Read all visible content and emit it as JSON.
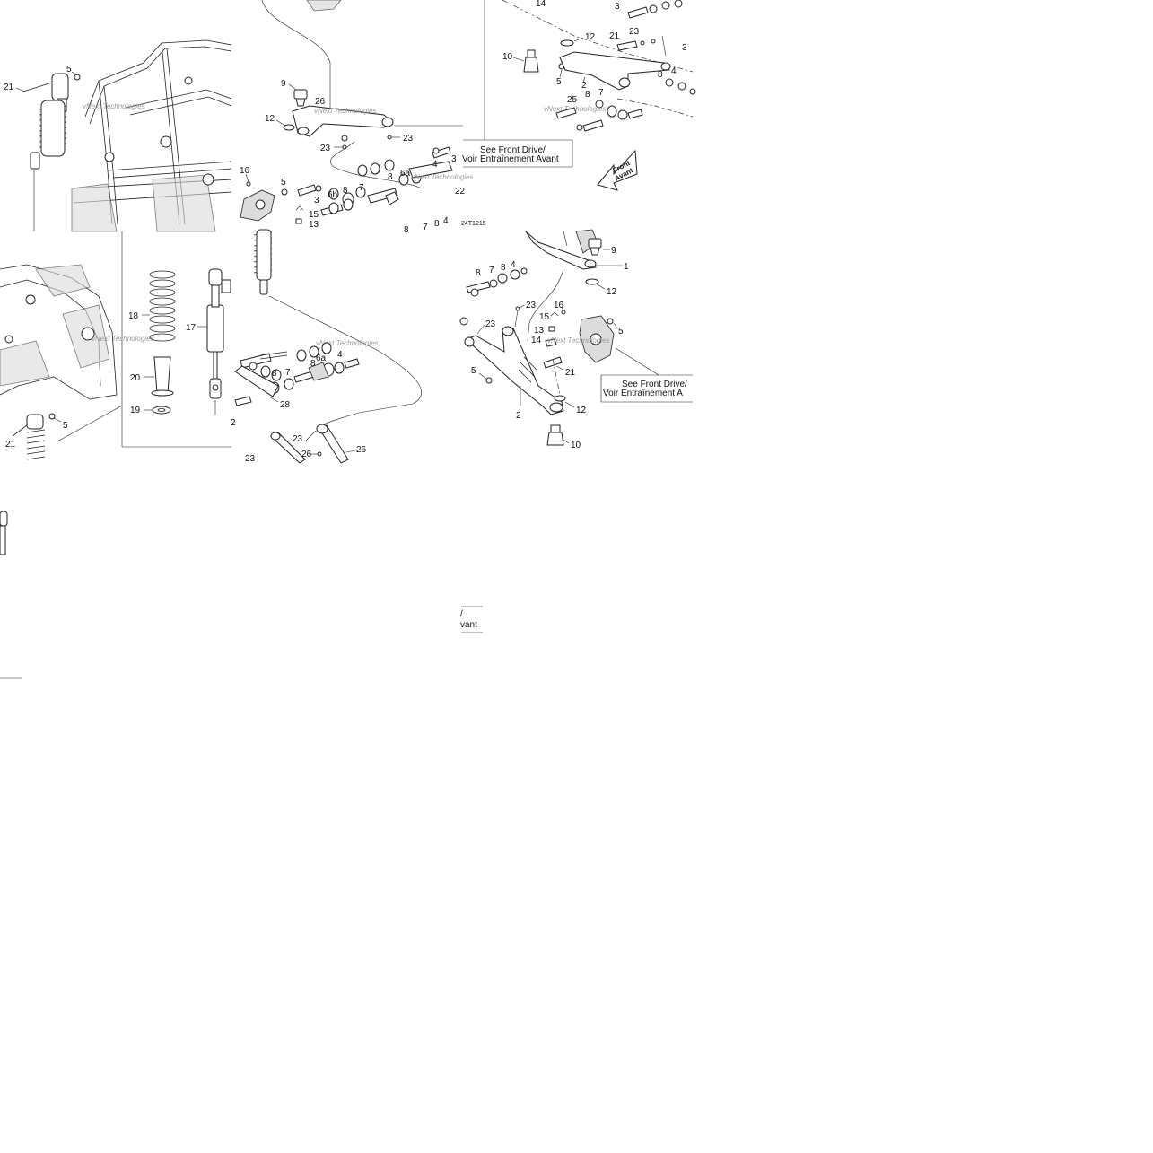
{
  "drawing": {
    "see_front_drive_1": "See Front Drive/",
    "voir_entrainement_1": "Voir Entraînement Avant",
    "see_front_drive_2": "See Front Drive/",
    "voir_entrainement_2": "Voir Entraînement A",
    "front_arrow_line1": "Front",
    "front_arrow_line2": "Avant",
    "ref_code": "24T1215",
    "stray_fragment_1": "/",
    "stray_fragment_2": "vant",
    "watermark": "vNext Technologies"
  },
  "callouts": {
    "p1_21": "21",
    "p1_5": "5",
    "p1_5b": "5",
    "p1_21b": "21",
    "p2_18": "18",
    "p2_17": "17",
    "p2_20": "20",
    "p2_19": "19",
    "p3_9": "9",
    "p3_26": "26",
    "p3_12": "12",
    "p3_23": "23",
    "p3_23b": "23",
    "p3_16": "16",
    "p3_5": "5",
    "p3_3": "3",
    "p3_6b": "6b",
    "p3_8": "8",
    "p3_7": "7",
    "p3_15": "15",
    "p3_13": "13",
    "p3_4": "4",
    "p3_6a": "6a",
    "p3_8b": "8",
    "p3_3b": "3",
    "p3_22": "22",
    "p3_8c": "8",
    "p3_7b": "7",
    "p3_8d": "8",
    "p3_4b": "4",
    "p4_14": "14",
    "p4_3": "3",
    "p4_12": "12",
    "p4_21": "21",
    "p4_23": "23",
    "p4_10": "10",
    "p4_5": "5",
    "p4_2": "2",
    "p4_7": "7",
    "p4_8": "8",
    "p4_4": "4",
    "p4_25": "25",
    "p4_8b": "8",
    "p4_3b": "3",
    "p5_6a": "6a",
    "p5_8": "8",
    "p5_7": "7",
    "p5_4": "4",
    "p5_28": "28",
    "p5_2": "2",
    "p5_23": "23",
    "p5_26": "26",
    "p5_23b": "23",
    "p5_26b": "26",
    "p6_9": "9",
    "p6_1": "1",
    "p6_8": "8",
    "p6_7": "7",
    "p6_8b": "8",
    "p6_4": "4",
    "p6_12": "12",
    "p6_23": "23",
    "p6_23b": "23",
    "p6_16": "16",
    "p6_15": "15",
    "p6_13": "13",
    "p6_14": "14",
    "p6_5": "5",
    "p6_5b": "5",
    "p6_21": "21",
    "p6_2": "2",
    "p6_12b": "12",
    "p6_10": "10"
  }
}
